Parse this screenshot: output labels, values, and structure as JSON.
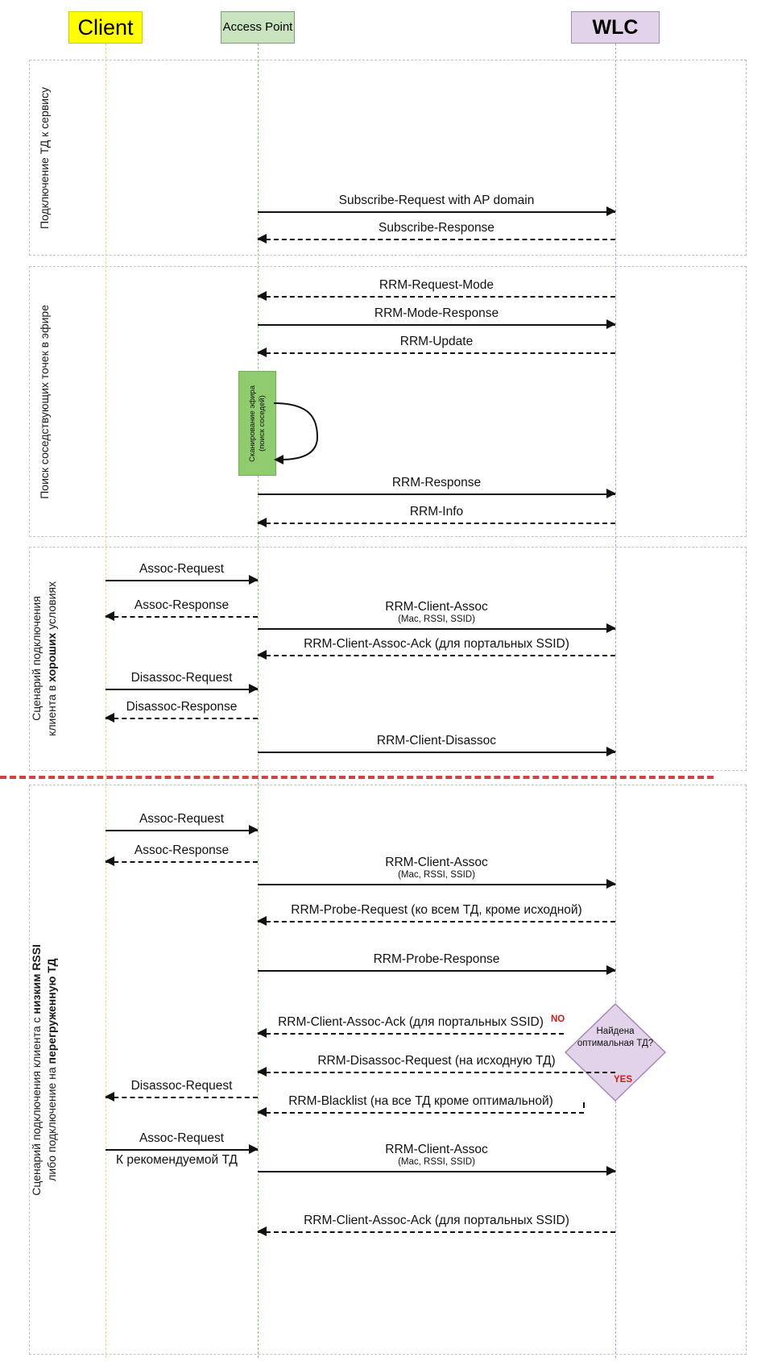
{
  "title": "WLC / AP / Client RRM sequence diagram",
  "actors": [
    {
      "id": "client",
      "label": "Client",
      "color": "#ffff00"
    },
    {
      "id": "ap",
      "label": "Access Point",
      "color": "#c8e3bd"
    },
    {
      "id": "wlc",
      "label": "WLC",
      "color": "#e2d3ea"
    }
  ],
  "sections": [
    {
      "id": "s1",
      "label": "Подключение ТД к сервису"
    },
    {
      "id": "s2",
      "label": "Поиск соседствующих точек в эфире"
    },
    {
      "id": "s3",
      "label_line1": "Сценарий подключения",
      "label_line2_pre": "клиента в ",
      "label_line2_bold": "хороших",
      "label_line2_post": " условиях"
    },
    {
      "id": "s4",
      "label_line1_pre": "Сценарий подключения клиента с ",
      "label_line1_bold": "низким RSSI",
      "label_line2_pre": "либо подключение на ",
      "label_line2_bold": "перегруженную ТД"
    }
  ],
  "messages": {
    "m1": {
      "label": "Subscribe-Request with AP domain"
    },
    "m2": {
      "label": "Subscribe-Response"
    },
    "m3": {
      "label": "RRM-Request-Mode"
    },
    "m4": {
      "label": "RRM-Mode-Response"
    },
    "m5": {
      "label": "RRM-Update"
    },
    "m6": {
      "label": "RRM-Response"
    },
    "m7": {
      "label": "RRM-Info"
    },
    "m8": {
      "label": "Assoc-Request"
    },
    "m9": {
      "label": "Assoc-Response"
    },
    "m10": {
      "label": "RRM-Client-Assoc",
      "sub": "(Mac, RSSI, SSID)"
    },
    "m11": {
      "label": "RRM-Client-Assoc-Ack (для портальных SSID)"
    },
    "m12": {
      "label": "Disassoc-Request"
    },
    "m13": {
      "label": "Disassoc-Response"
    },
    "m14": {
      "label": "RRM-Client-Disassoc"
    },
    "m15": {
      "label": "Assoc-Request"
    },
    "m16": {
      "label": "Assoc-Response"
    },
    "m17": {
      "label": "RRM-Client-Assoc",
      "sub": "(Mac, RSSI, SSID)"
    },
    "m18": {
      "label": "RRM-Probe-Request (ко всем ТД, кроме исходной)"
    },
    "m19": {
      "label": "RRM-Probe-Response"
    },
    "m20": {
      "label": "RRM-Client-Assoc-Ack (для портальных SSID)"
    },
    "m21": {
      "label": "RRM-Disassoc-Request (на исходную ТД)"
    },
    "m22": {
      "label": "Disassoc-Request"
    },
    "m23": {
      "label": "RRM-Blacklist (на все ТД кроме оптимальной)"
    },
    "m24": {
      "label": "Assoc-Request"
    },
    "m25": {
      "label": "RRM-Client-Assoc",
      "sub": "(Mac, RSSI, SSID)"
    },
    "m26": {
      "label": "RRM-Client-Assoc-Ack (для портальных SSID)"
    }
  },
  "notes": {
    "scan_box": "Сканирование эфира\n(поиск соседей)",
    "scan_box_line1": "Сканирование эфира",
    "scan_box_line2": "(поиск соседей)",
    "recommended_ap": "К рекомендуемой ТД"
  },
  "decision": {
    "text_line1": "Найдена",
    "text_line2": "оптимальная ТД?",
    "branch_no": "NO",
    "branch_yes": "YES",
    "fill": "#e2d3ea",
    "stroke": "#a888bb",
    "branch_color": "#d31a1a"
  }
}
